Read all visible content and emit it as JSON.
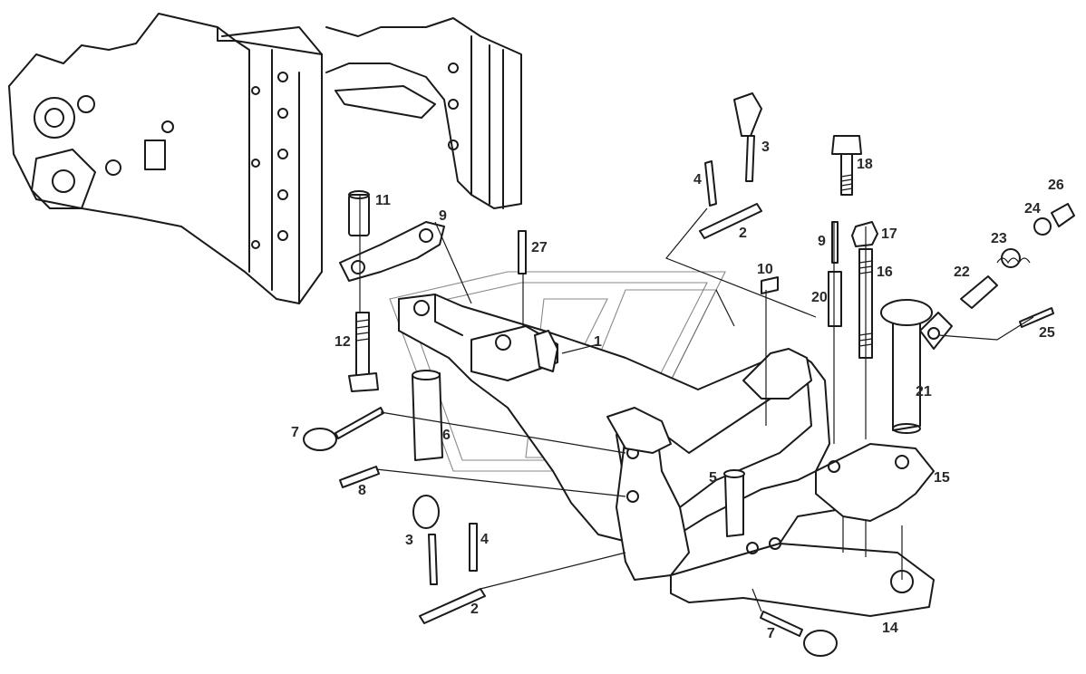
{
  "diagram": {
    "parts": [
      {
        "id": "1",
        "label": "1"
      },
      {
        "id": "2a",
        "label": "2"
      },
      {
        "id": "2b",
        "label": "2"
      },
      {
        "id": "3a",
        "label": "3"
      },
      {
        "id": "3b",
        "label": "3"
      },
      {
        "id": "4a",
        "label": "4"
      },
      {
        "id": "4b",
        "label": "4"
      },
      {
        "id": "5",
        "label": "5"
      },
      {
        "id": "6",
        "label": "6"
      },
      {
        "id": "7a",
        "label": "7"
      },
      {
        "id": "7b",
        "label": "7"
      },
      {
        "id": "8",
        "label": "8"
      },
      {
        "id": "9a",
        "label": "9"
      },
      {
        "id": "9b",
        "label": "9"
      },
      {
        "id": "10",
        "label": "10"
      },
      {
        "id": "11",
        "label": "11"
      },
      {
        "id": "12",
        "label": "12"
      },
      {
        "id": "14",
        "label": "14"
      },
      {
        "id": "15",
        "label": "15"
      },
      {
        "id": "16",
        "label": "16"
      },
      {
        "id": "17",
        "label": "17"
      },
      {
        "id": "18",
        "label": "18"
      },
      {
        "id": "20",
        "label": "20"
      },
      {
        "id": "21",
        "label": "21"
      },
      {
        "id": "22",
        "label": "22"
      },
      {
        "id": "23",
        "label": "23"
      },
      {
        "id": "24",
        "label": "24"
      },
      {
        "id": "25",
        "label": "25"
      },
      {
        "id": "26",
        "label": "26"
      },
      {
        "id": "27",
        "label": "27"
      }
    ]
  }
}
